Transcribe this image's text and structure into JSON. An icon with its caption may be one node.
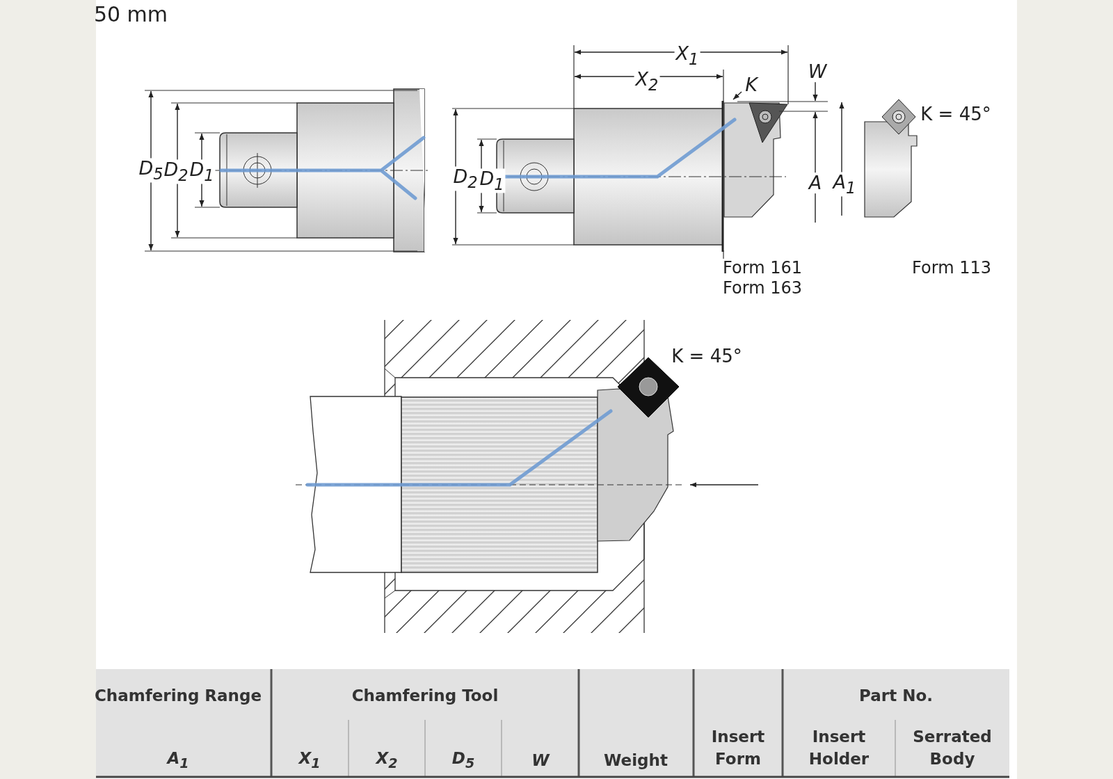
{
  "diagram": {
    "labels": [
      "50 mm",
      "D$_{5}$",
      "D$_{2}$",
      "D$_{1}$",
      "X$_{1}$",
      "X$_{2}$",
      "K",
      "W",
      "K = 45°",
      "D$_{2}$",
      "D$_{1}$",
      "A",
      "A$_{1}$",
      "Form 161",
      "Form 163",
      "Form 113",
      "K = 45°",
      "Chamfering Range",
      "Chamfering Tool",
      "Part No.",
      "A$_{1}$",
      "X$_{1}$",
      "X$_{2}$",
      "D$_{5}$",
      "W",
      "Weight",
      "Insert Form",
      "Insert Holder",
      "Serrated Body"
    ]
  }
}
